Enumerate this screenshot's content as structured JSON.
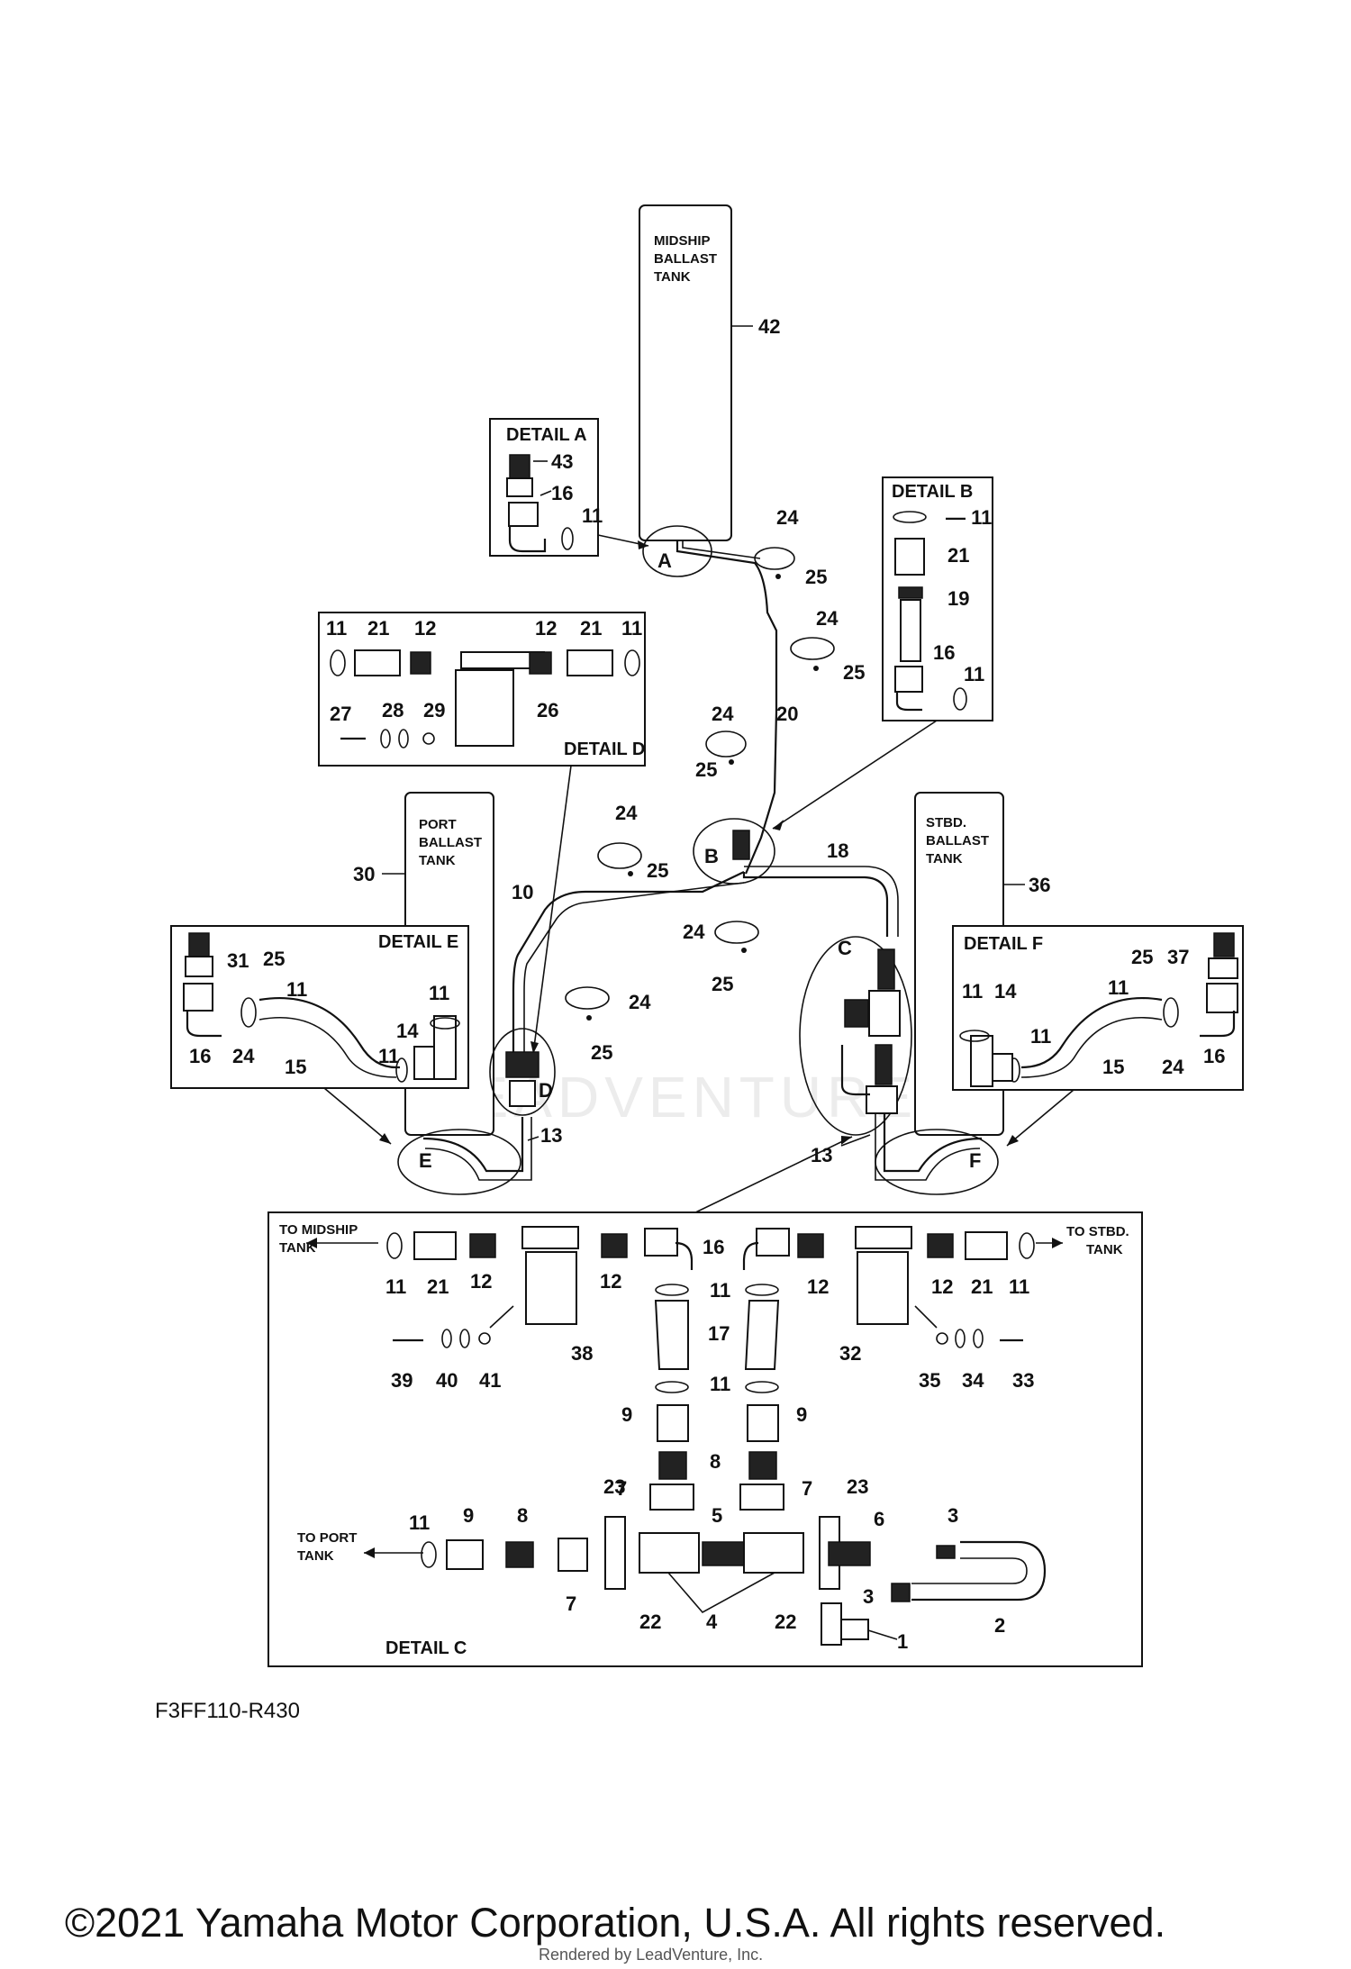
{
  "tanks": {
    "midship": "MIDSHIP\nBALLAST\nTANK",
    "port": "PORT\nBALLAST\nTANK",
    "stbd": "STBD.\nBALLAST\nTANK"
  },
  "details": {
    "a": "DETAIL A",
    "b": "DETAIL B",
    "c": "DETAIL C",
    "d": "DETAIL D",
    "e": "DETAIL E",
    "f": "DETAIL F"
  },
  "callouts": {
    "a": "A",
    "b": "B",
    "c": "C",
    "d": "D",
    "e": "E",
    "f": "F"
  },
  "directions": {
    "to_midship": "TO MIDSHIP\nTANK",
    "to_stbd": "TO STBD.\nTANK",
    "to_port": "TO PORT\nTANK"
  },
  "drawing_code": "F3FF110-R430",
  "copyright": "©2021 Yamaha Motor Corporation, U.S.A. All rights reserved.",
  "watermark": "Rendered by LeadVenture, Inc.",
  "watermark_brand": "LEADVENTURE",
  "part_numbers": [
    "1",
    "2",
    "3",
    "4",
    "5",
    "6",
    "7",
    "8",
    "9",
    "10",
    "11",
    "12",
    "13",
    "14",
    "15",
    "16",
    "17",
    "18",
    "19",
    "20",
    "21",
    "22",
    "23",
    "24",
    "25",
    "26",
    "27",
    "28",
    "29",
    "30",
    "31",
    "32",
    "33",
    "34",
    "35",
    "36",
    "37",
    "38",
    "39",
    "40",
    "41",
    "42",
    "43"
  ]
}
